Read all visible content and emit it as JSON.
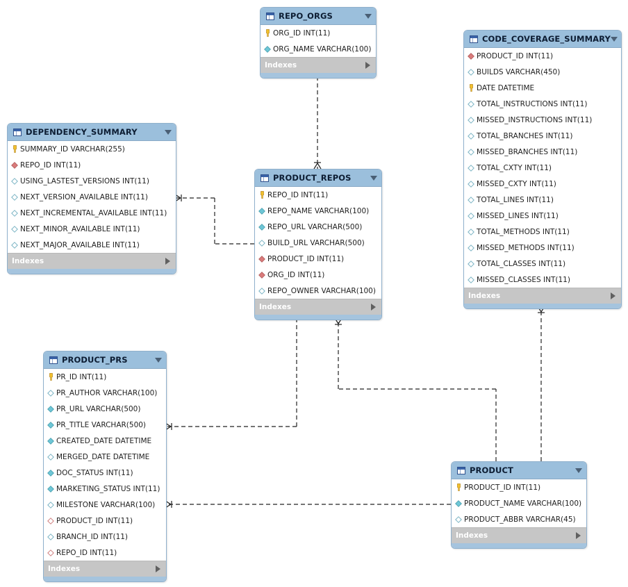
{
  "tables": [
    {
      "id": "repo_orgs",
      "name": "REPO_ORGS",
      "indexes_label": "Indexes",
      "columns": [
        {
          "text": "ORG_ID INT(11)",
          "icon": "primary-key-icon"
        },
        {
          "text": "ORG_NAME VARCHAR(100)",
          "icon": "indexed-column-icon"
        }
      ]
    },
    {
      "id": "dependency_summary",
      "name": "DEPENDENCY_SUMMARY",
      "indexes_label": "Indexes",
      "columns": [
        {
          "text": "SUMMARY_ID VARCHAR(255)",
          "icon": "primary-key-icon"
        },
        {
          "text": "REPO_ID INT(11)",
          "icon": "foreign-key-icon"
        },
        {
          "text": "USING_LASTEST_VERSIONS INT(11)",
          "icon": "nullable-column-icon"
        },
        {
          "text": "NEXT_VERSION_AVAILABLE INT(11)",
          "icon": "nullable-column-icon"
        },
        {
          "text": "NEXT_INCREMENTAL_AVAILABLE INT(11)",
          "icon": "nullable-column-icon"
        },
        {
          "text": "NEXT_MINOR_AVAILABLE INT(11)",
          "icon": "nullable-column-icon"
        },
        {
          "text": "NEXT_MAJOR_AVAILABLE INT(11)",
          "icon": "nullable-column-icon"
        }
      ]
    },
    {
      "id": "product_repos",
      "name": "PRODUCT_REPOS",
      "indexes_label": "Indexes",
      "columns": [
        {
          "text": "REPO_ID INT(11)",
          "icon": "primary-key-icon"
        },
        {
          "text": "REPO_NAME VARCHAR(100)",
          "icon": "indexed-column-icon"
        },
        {
          "text": "REPO_URL VARCHAR(500)",
          "icon": "indexed-column-icon"
        },
        {
          "text": "BUILD_URL VARCHAR(500)",
          "icon": "nullable-column-icon"
        },
        {
          "text": "PRODUCT_ID INT(11)",
          "icon": "foreign-key-icon"
        },
        {
          "text": "ORG_ID INT(11)",
          "icon": "foreign-key-icon"
        },
        {
          "text": "REPO_OWNER VARCHAR(100)",
          "icon": "nullable-column-icon"
        }
      ]
    },
    {
      "id": "code_coverage_summary",
      "name": "CODE_COVERAGE_SUMMARY",
      "indexes_label": "Indexes",
      "columns": [
        {
          "text": "PRODUCT_ID INT(11)",
          "icon": "foreign-key-icon"
        },
        {
          "text": "BUILDS VARCHAR(450)",
          "icon": "nullable-column-icon"
        },
        {
          "text": "DATE DATETIME",
          "icon": "primary-key-icon"
        },
        {
          "text": "TOTAL_INSTRUCTIONS INT(11)",
          "icon": "nullable-column-icon"
        },
        {
          "text": "MISSED_INSTRUCTIONS INT(11)",
          "icon": "nullable-column-icon"
        },
        {
          "text": "TOTAL_BRANCHES INT(11)",
          "icon": "nullable-column-icon"
        },
        {
          "text": "MISSED_BRANCHES INT(11)",
          "icon": "nullable-column-icon"
        },
        {
          "text": "TOTAL_CXTY INT(11)",
          "icon": "nullable-column-icon"
        },
        {
          "text": "MISSED_CXTY INT(11)",
          "icon": "nullable-column-icon"
        },
        {
          "text": "TOTAL_LINES INT(11)",
          "icon": "nullable-column-icon"
        },
        {
          "text": "MISSED_LINES INT(11)",
          "icon": "nullable-column-icon"
        },
        {
          "text": "TOTAL_METHODS INT(11)",
          "icon": "nullable-column-icon"
        },
        {
          "text": "MISSED_METHODS INT(11)",
          "icon": "nullable-column-icon"
        },
        {
          "text": "TOTAL_CLASSES INT(11)",
          "icon": "nullable-column-icon"
        },
        {
          "text": "MISSED_CLASSES INT(11)",
          "icon": "nullable-column-icon"
        }
      ]
    },
    {
      "id": "product_prs",
      "name": "PRODUCT_PRS",
      "indexes_label": "Indexes",
      "columns": [
        {
          "text": "PR_ID INT(11)",
          "icon": "primary-key-icon"
        },
        {
          "text": "PR_AUTHOR VARCHAR(100)",
          "icon": "nullable-column-icon"
        },
        {
          "text": "PR_URL VARCHAR(500)",
          "icon": "indexed-column-icon"
        },
        {
          "text": "PR_TITLE VARCHAR(500)",
          "icon": "indexed-column-icon"
        },
        {
          "text": "CREATED_DATE DATETIME",
          "icon": "indexed-column-icon"
        },
        {
          "text": "MERGED_DATE DATETIME",
          "icon": "nullable-column-icon"
        },
        {
          "text": "DOC_STATUS INT(11)",
          "icon": "indexed-column-icon"
        },
        {
          "text": "MARKETING_STATUS INT(11)",
          "icon": "indexed-column-icon"
        },
        {
          "text": "MILESTONE VARCHAR(100)",
          "icon": "nullable-column-icon"
        },
        {
          "text": "PRODUCT_ID INT(11)",
          "icon": "nullable-foreign-key-icon"
        },
        {
          "text": "BRANCH_ID INT(11)",
          "icon": "nullable-column-icon"
        },
        {
          "text": "REPO_ID INT(11)",
          "icon": "nullable-foreign-key-icon"
        }
      ]
    },
    {
      "id": "product",
      "name": "PRODUCT",
      "indexes_label": "Indexes",
      "columns": [
        {
          "text": "PRODUCT_ID INT(11)",
          "icon": "primary-key-icon"
        },
        {
          "text": "PRODUCT_NAME VARCHAR(100)",
          "icon": "indexed-column-icon"
        },
        {
          "text": "PRODUCT_ABBR VARCHAR(45)",
          "icon": "nullable-column-icon"
        }
      ]
    }
  ],
  "relationships": [
    {
      "name": "repo-orgs-to-product-repos",
      "one_end": "repo_orgs",
      "many_end": "product_repos"
    },
    {
      "name": "product-repos-to-dependency-summary",
      "one_end": "product_repos",
      "many_end": "dependency_summary"
    },
    {
      "name": "product-repos-to-product-prs",
      "one_end": "product_repos",
      "many_end": "product_prs"
    },
    {
      "name": "product-to-product-repos",
      "one_end": "product",
      "many_end": "product_repos"
    },
    {
      "name": "product-to-code-coverage-summary",
      "one_end": "product",
      "many_end": "code_coverage_summary"
    },
    {
      "name": "product-to-product-prs",
      "one_end": "product",
      "many_end": "product_prs"
    }
  ],
  "colors": {
    "header": "#9bbfdc",
    "primary_key": "#f2c12e",
    "foreign_key": "#d97b7b",
    "indexed_column": "#6ec6d6",
    "nullable_column": "#ffffff",
    "connector": "#222222"
  }
}
